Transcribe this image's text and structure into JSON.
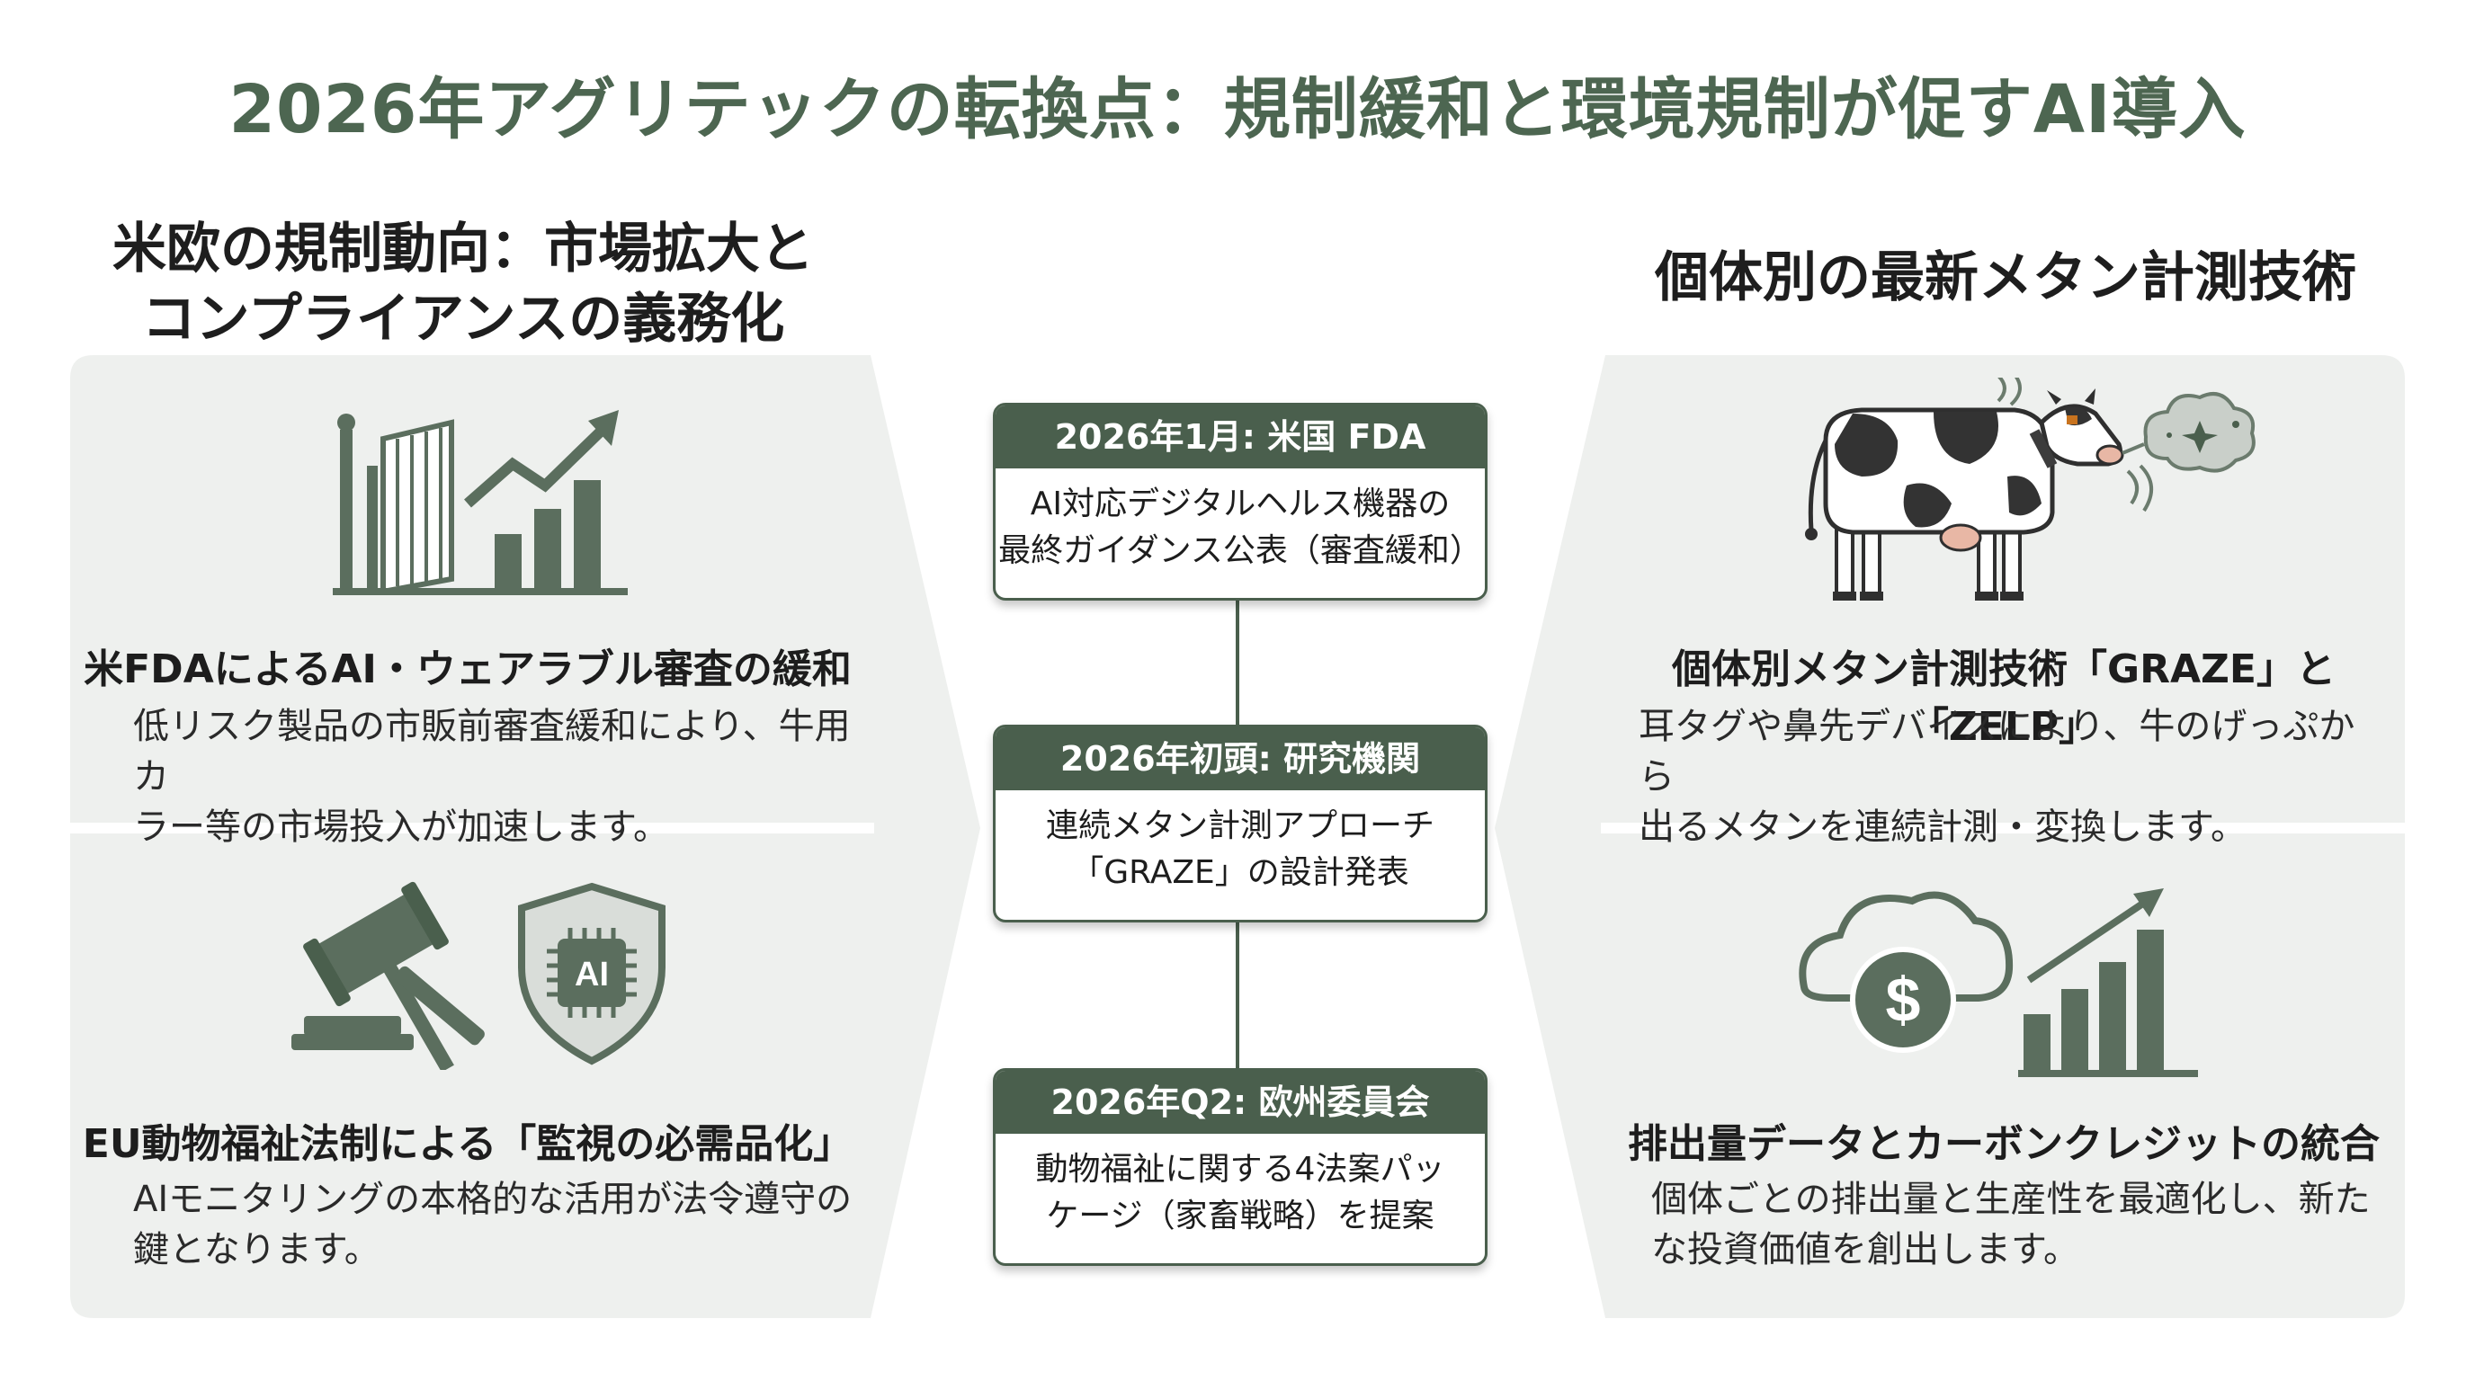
{
  "title": "2026年アグリテックの転換点：規制緩和と環境規制が促すAI導入",
  "left": {
    "heading_line1": "米欧の規制動向：市場拡大と",
    "heading_line2": "コンプライアンスの義務化",
    "cards": [
      {
        "icon": "gate-growth-chart-icon",
        "title": "米FDAによるAI・ウェアラブル審査の緩和",
        "body_line1": "低リスク製品の市販前審査緩和により、牛用カ",
        "body_line2": "ラー等の市場投入が加速します。"
      },
      {
        "icon": "gavel-ai-shield-icon",
        "title": "EU動物福祉法制による「監視の必需品化」",
        "body_line1": "AIモニタリングの本格的な活用が法令遵守の",
        "body_line2": "鍵となります。"
      }
    ]
  },
  "timeline": [
    {
      "head": "2026年1月: 米国 FDA",
      "line1": "AI対応デジタルヘルス機器の",
      "line2": "最終ガイダンス公表（審査緩和）"
    },
    {
      "head": "2026年初頭: 研究機関",
      "line1": "連続メタン計測アプローチ",
      "line2": "「GRAZE」の設計発表"
    },
    {
      "head": "2026年Q2: 欧州委員会",
      "line1": "動物福祉に関する4法案パッ",
      "line2": "ケージ（家畜戦略）を提案"
    }
  ],
  "right": {
    "heading": "個体別の最新メタン計測技術",
    "cards": [
      {
        "icon": "cow-methane-icon",
        "title": "個体別メタン計測技術「GRAZE」と「ZELP」",
        "body_line1": "耳タグや鼻先デバイスにより、牛のげっぷから",
        "body_line2": "出るメタンを連続計測・変換します。"
      },
      {
        "icon": "cloud-dollar-growth-icon",
        "title": "排出量データとカーボンクレジットの統合",
        "body_line1": "個体ごとの排出量と生産性を最適化し、新た",
        "body_line2": "な投資価値を創出します。"
      }
    ]
  },
  "icon_labels": {
    "ai_chip": "AI",
    "dollar": "$"
  },
  "colors": {
    "title": "#4d6651",
    "accent_dark": "#4a5f4d",
    "icon_fill": "#5b6e5e",
    "panel_bg": "#eef0ee"
  }
}
